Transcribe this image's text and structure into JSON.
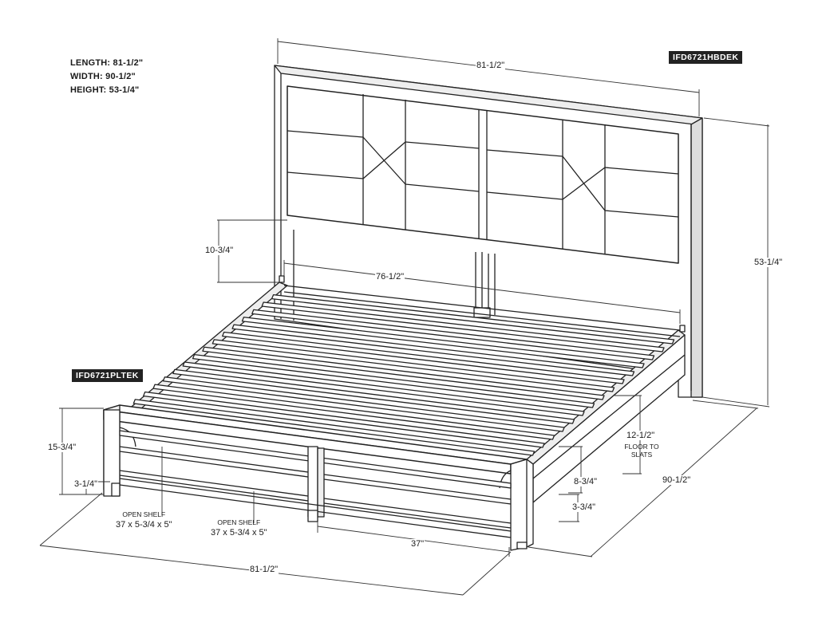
{
  "specs": {
    "length": "LENGTH: 81-1/2\"",
    "width": "WIDTH: 90-1/2\"",
    "height": "HEIGHT: 53-1/4\""
  },
  "tags": {
    "headboard": "IFD6721HBDEK",
    "platform": "IFD6721PLTEK"
  },
  "dimensions": {
    "headboard_width": "81-1/2\"",
    "overall_height": "53-1/4\"",
    "headboard_gap": "10-3/4\"",
    "inner_width": "76-1/2\"",
    "footboard_height": "15-3/4\"",
    "floor_to_slats": "12-1/2\"",
    "floor_to_slats_note": "FLOOR TO SLATS",
    "rail_height": "8-3/4\"",
    "shelf_clearance": "3-1/4\"",
    "leg_clearance": "3-3/4\"",
    "overall_width": "90-1/2\"",
    "overall_length": "81-1/2\"",
    "shelf_width": "37\""
  },
  "shelves": [
    {
      "label": "OPEN SHELF",
      "size": "37 x 5-3/4 x 5\""
    },
    {
      "label": "OPEN SHELF",
      "size": "37 x 5-3/4 x 5\""
    }
  ]
}
